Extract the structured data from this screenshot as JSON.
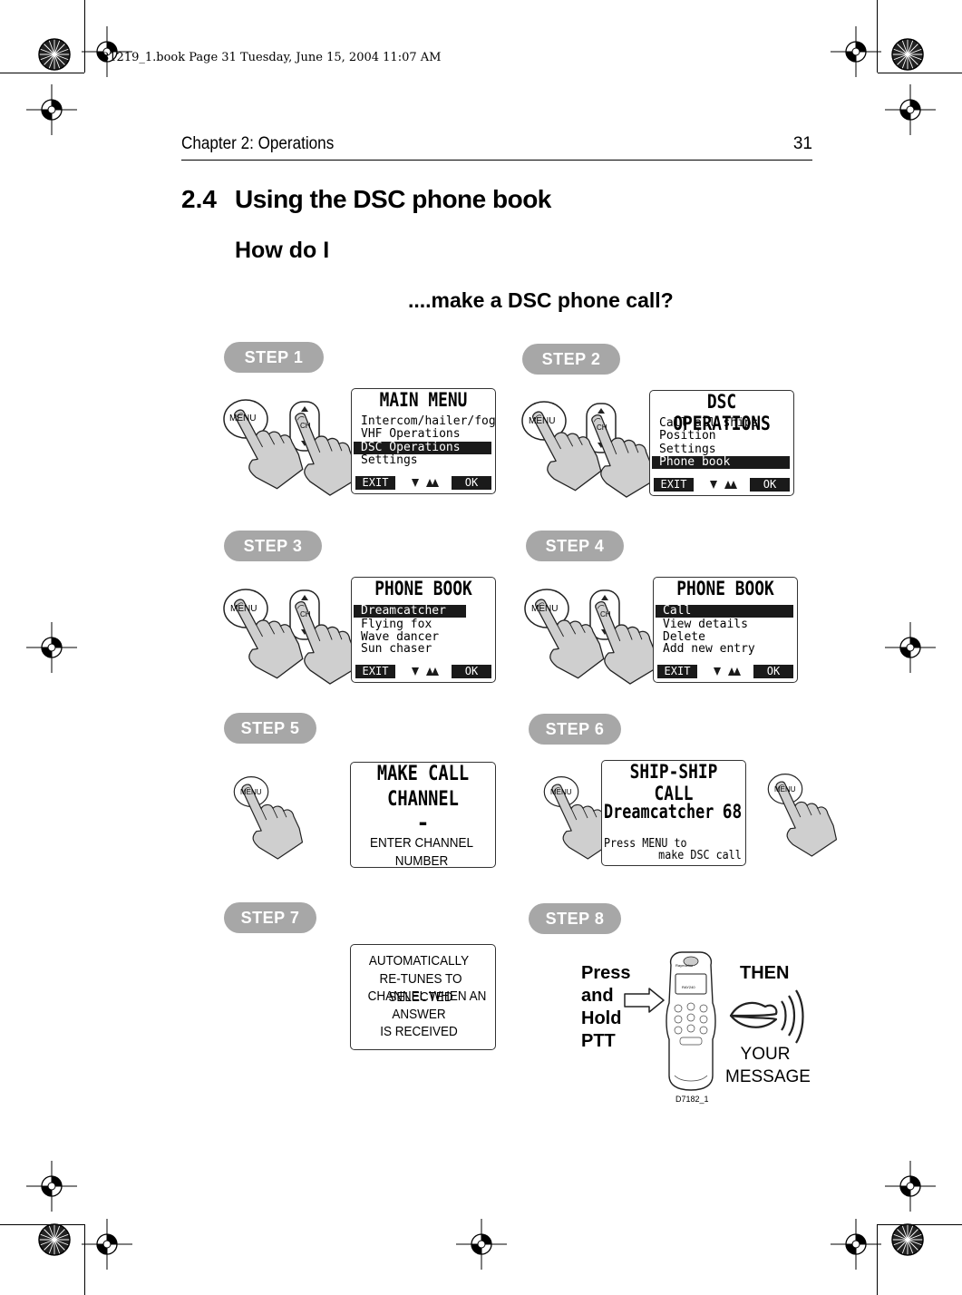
{
  "slug": "81219_1.book  Page 31  Tuesday, June 15, 2004  11:07 AM",
  "running_head": {
    "chapter": "Chapter 2: Operations",
    "page": "31"
  },
  "section": {
    "number": "2.4",
    "title": "Using the DSC phone book"
  },
  "subheading": "How do I",
  "question": "....make a DSC phone call?",
  "button_labels": {
    "menu": "MENU",
    "ch": "CH"
  },
  "steps": [
    {
      "label": "STEP 1",
      "screen": {
        "title": "MAIN MENU",
        "items": [
          "Intercom/hailer/fog",
          "VHF Operations",
          "DSC Operations",
          "Settings"
        ],
        "selected": 2,
        "left_soft": "EXIT",
        "right_soft": "OK"
      }
    },
    {
      "label": "STEP 2",
      "screen": {
        "title": "DSC OPERATIONS",
        "items": [
          "Call all ships",
          "Position",
          "Settings",
          "Phone book"
        ],
        "selected": 3,
        "left_soft": "EXIT",
        "right_soft": "OK"
      }
    },
    {
      "label": "STEP 3",
      "screen": {
        "title": "PHONE BOOK",
        "items": [
          "Dreamcatcher",
          "Flying fox",
          "Wave dancer",
          "Sun chaser"
        ],
        "selected": 0,
        "left_soft": "EXIT",
        "right_soft": "OK"
      }
    },
    {
      "label": "STEP 4",
      "screen": {
        "title": "PHONE BOOK",
        "items": [
          "Call",
          "View details",
          "Delete",
          "Add new entry"
        ],
        "selected": 0,
        "left_soft": "EXIT",
        "right_soft": "OK"
      }
    },
    {
      "label": "STEP 5",
      "screen": {
        "line1": "MAKE CALL",
        "line2": "CHANNEL",
        "value": "-",
        "prompt": "ENTER CHANNEL NUMBER"
      }
    },
    {
      "label": "STEP 6",
      "screen": {
        "title": "SHIP-SHIP CALL",
        "name": "Dreamcatcher",
        "channel": "68",
        "hint1": "Press MENU to",
        "hint2": "make DSC call"
      }
    },
    {
      "label": "STEP 7",
      "caption_lines": [
        "AUTOMATICALLY",
        "RE-TUNES TO SELECTED",
        "CHANNEL WHEN AN",
        "ANSWER",
        "IS RECEIVED"
      ]
    },
    {
      "label": "STEP 8",
      "press_lines": [
        "Press",
        "and",
        "Hold",
        "PTT"
      ],
      "then": "THEN",
      "message_lines": [
        "YOUR",
        "MESSAGE"
      ],
      "figure_id": "D7182_1",
      "radio_brand": "Raymarine",
      "radio_model": "RAY240"
    }
  ]
}
